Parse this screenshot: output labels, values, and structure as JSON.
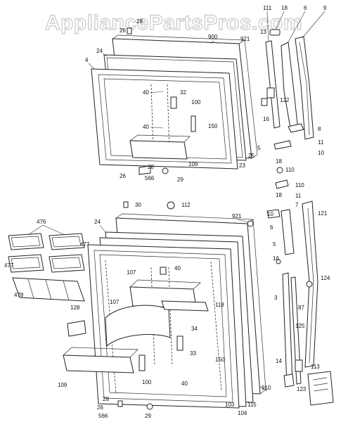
{
  "watermark": "AppliancePartsPros.com",
  "callouts": [
    {
      "id": "c111",
      "text": "111"
    },
    {
      "id": "c18a",
      "text": "18"
    },
    {
      "id": "c6",
      "text": "6"
    },
    {
      "id": "c9",
      "text": "9"
    },
    {
      "id": "c28a",
      "text": "28"
    },
    {
      "id": "c26a",
      "text": "26"
    },
    {
      "id": "c13",
      "text": "13"
    },
    {
      "id": "c900",
      "text": "900"
    },
    {
      "id": "c921a",
      "text": "921"
    },
    {
      "id": "c24a",
      "text": "24"
    },
    {
      "id": "c4",
      "text": "4"
    },
    {
      "id": "c40a",
      "text": "40"
    },
    {
      "id": "c32",
      "text": "32"
    },
    {
      "id": "c122",
      "text": "122"
    },
    {
      "id": "c100a",
      "text": "100"
    },
    {
      "id": "c16a",
      "text": "16"
    },
    {
      "id": "c150a",
      "text": "150"
    },
    {
      "id": "c40b",
      "text": "40"
    },
    {
      "id": "c8",
      "text": "8"
    },
    {
      "id": "c11a",
      "text": "11"
    },
    {
      "id": "c5a",
      "text": "5"
    },
    {
      "id": "c25",
      "text": "25"
    },
    {
      "id": "c10a",
      "text": "10"
    },
    {
      "id": "c23",
      "text": "23"
    },
    {
      "id": "c109a",
      "text": "109"
    },
    {
      "id": "c28b",
      "text": "28"
    },
    {
      "id": "c18b",
      "text": "18"
    },
    {
      "id": "c26b",
      "text": "26"
    },
    {
      "id": "c566a",
      "text": "566"
    },
    {
      "id": "c29a",
      "text": "29"
    },
    {
      "id": "c110a",
      "text": "110"
    },
    {
      "id": "c18c",
      "text": "18"
    },
    {
      "id": "c110b",
      "text": "110"
    },
    {
      "id": "c11b",
      "text": "11"
    },
    {
      "id": "c30",
      "text": "30"
    },
    {
      "id": "c112",
      "text": "112"
    },
    {
      "id": "c7",
      "text": "7"
    },
    {
      "id": "c121",
      "text": "121"
    },
    {
      "id": "c921b",
      "text": "921"
    },
    {
      "id": "c10b",
      "text": "10"
    },
    {
      "id": "c24b",
      "text": "24"
    },
    {
      "id": "c476",
      "text": "476"
    },
    {
      "id": "c6b",
      "text": "6"
    },
    {
      "id": "c477a",
      "text": "477"
    },
    {
      "id": "c5b",
      "text": "5"
    },
    {
      "id": "c107a",
      "text": "107"
    },
    {
      "id": "c40c",
      "text": "40"
    },
    {
      "id": "c477b",
      "text": "477"
    },
    {
      "id": "c16b",
      "text": "16"
    },
    {
      "id": "c124",
      "text": "124"
    },
    {
      "id": "c478",
      "text": "478"
    },
    {
      "id": "c87",
      "text": "87"
    },
    {
      "id": "c3",
      "text": "3"
    },
    {
      "id": "c128",
      "text": "128"
    },
    {
      "id": "c107b",
      "text": "107"
    },
    {
      "id": "c118",
      "text": "118"
    },
    {
      "id": "c125",
      "text": "125"
    },
    {
      "id": "c34",
      "text": "34"
    },
    {
      "id": "c33",
      "text": "33"
    },
    {
      "id": "c150b",
      "text": "150"
    },
    {
      "id": "c14",
      "text": "14"
    },
    {
      "id": "c113",
      "text": "113"
    },
    {
      "id": "c109b",
      "text": "109"
    },
    {
      "id": "c100b",
      "text": "100"
    },
    {
      "id": "c40d",
      "text": "40"
    },
    {
      "id": "c910",
      "text": "910"
    },
    {
      "id": "c123",
      "text": "123"
    },
    {
      "id": "c28c",
      "text": "28"
    },
    {
      "id": "c103",
      "text": "103"
    },
    {
      "id": "c104",
      "text": "104"
    },
    {
      "id": "c115",
      "text": "115"
    },
    {
      "id": "c26c",
      "text": "26"
    },
    {
      "id": "c566b",
      "text": "566"
    },
    {
      "id": "c29b",
      "text": "29"
    }
  ]
}
